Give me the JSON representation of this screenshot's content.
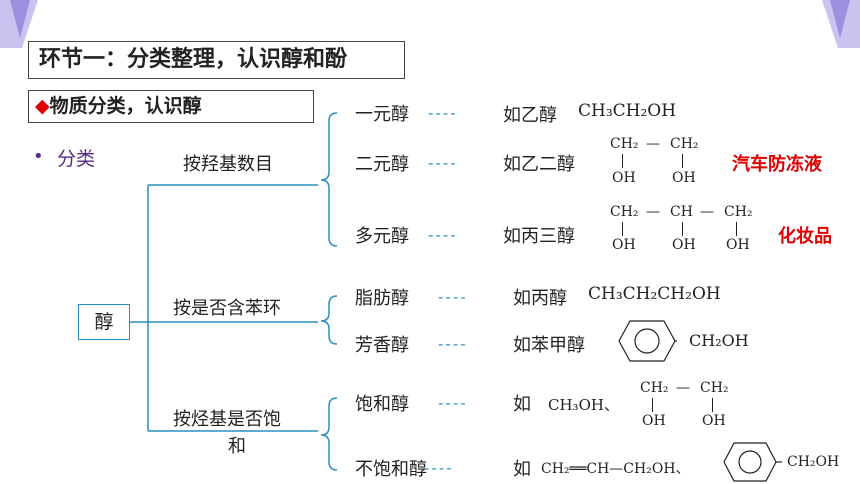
{
  "title": "环节一：分类整理，认识醇和酚",
  "subtitle_marker": "◆",
  "subtitle": "物质分类，认识醇",
  "bullet_symbol": "•",
  "bullet_label": "分类",
  "root": "醇",
  "criteria": [
    "按羟基数目",
    "按是否含苯环",
    "按烃基是否饱",
    "和"
  ],
  "dashes": "----",
  "categories": {
    "mono": "一元醇",
    "di": "二元醇",
    "poly": "多元醇",
    "aliphatic": "脂肪醇",
    "aromatic": "芳香醇",
    "saturated": "饱和醇",
    "unsaturated": "不饱和醇"
  },
  "examples": {
    "mono": "如乙醇",
    "di": "如乙二醇",
    "poly": "如丙三醇",
    "aliphatic": "如丙醇",
    "aromatic": "如苯甲醇",
    "saturated": "如",
    "unsaturated": "如"
  },
  "formulas": {
    "ethanol": "CH₃CH₂OH",
    "propanol": "CH₃CH₂CH₂OH",
    "ch2": "CH₂",
    "ch": "CH",
    "oh": "OH",
    "bond": "—",
    "ch2oh": "CH₂OH",
    "methanol": "CH₃OH、",
    "allyl": "CH₂══CH—CH₂OH、"
  },
  "uses": {
    "glycol": "汽车防冻液",
    "glycerol": "化妆品"
  },
  "colors": {
    "accent": "#2a8fc0",
    "red": "#e00000",
    "bullet": "#5a2a8a"
  }
}
